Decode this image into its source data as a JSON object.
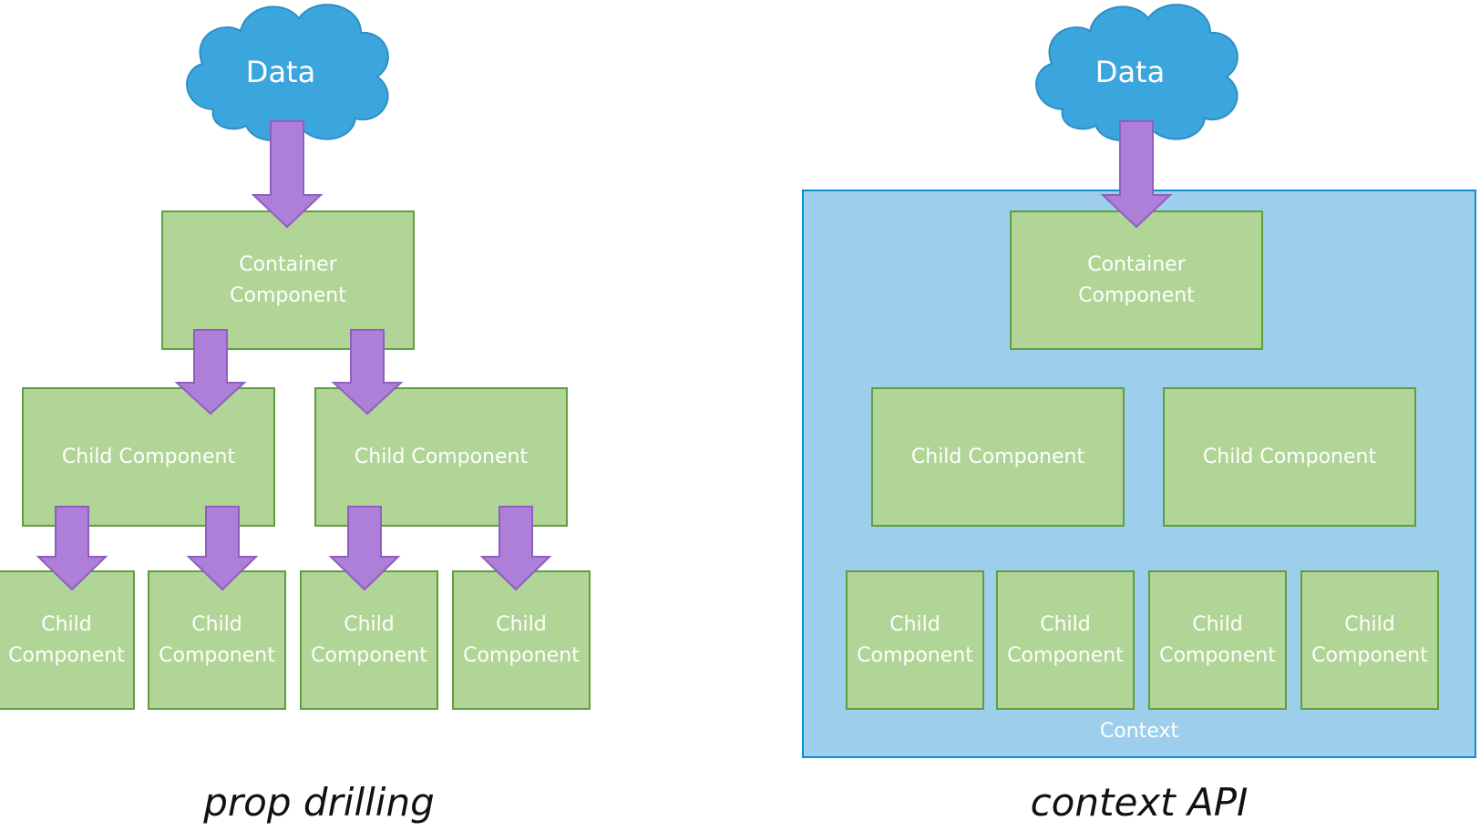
{
  "colors": {
    "cloud": "#3aa6dd",
    "component_fill": "#b0d596",
    "component_border": "#5f9e3f",
    "arrow": "#ad7fd8",
    "context_fill": "#9dcfec",
    "context_border": "#0f8fcf"
  },
  "left": {
    "cloud_label": "Data",
    "container_label": "Container\nComponent",
    "child_row": [
      "Child Component",
      "Child Component"
    ],
    "grandchild_row": [
      "Child\nComponent",
      "Child\nComponent",
      "Child\nComponent",
      "Child\nComponent"
    ],
    "caption": "prop drilling"
  },
  "right": {
    "cloud_label": "Data",
    "container_label": "Container\nComponent",
    "child_row": [
      "Child Component",
      "Child Component"
    ],
    "grandchild_row": [
      "Child\nComponent",
      "Child\nComponent",
      "Child\nComponent",
      "Child\nComponent"
    ],
    "context_label": "Context",
    "caption": "context API"
  }
}
